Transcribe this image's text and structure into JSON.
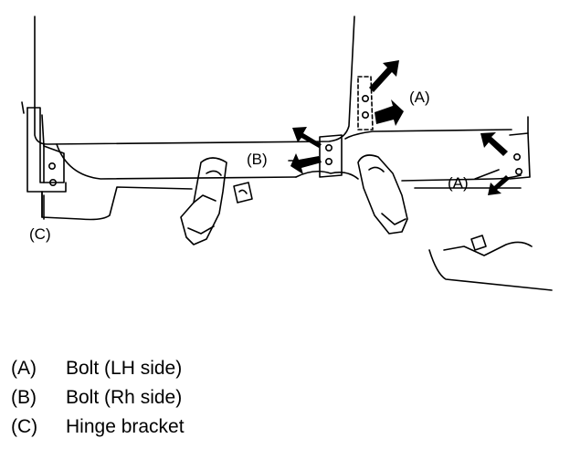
{
  "diagram": {
    "callouts": {
      "a_upper": "(A)",
      "a_lower": "(A)",
      "b": "(B)",
      "c": "(C)"
    },
    "arrow_color": "#000000",
    "line_color": "#000000"
  },
  "legend": [
    {
      "key": "(A)",
      "text": "Bolt (LH side)"
    },
    {
      "key": "(B)",
      "text": "Bolt (Rh side)"
    },
    {
      "key": "(C)",
      "text": "Hinge bracket"
    }
  ]
}
